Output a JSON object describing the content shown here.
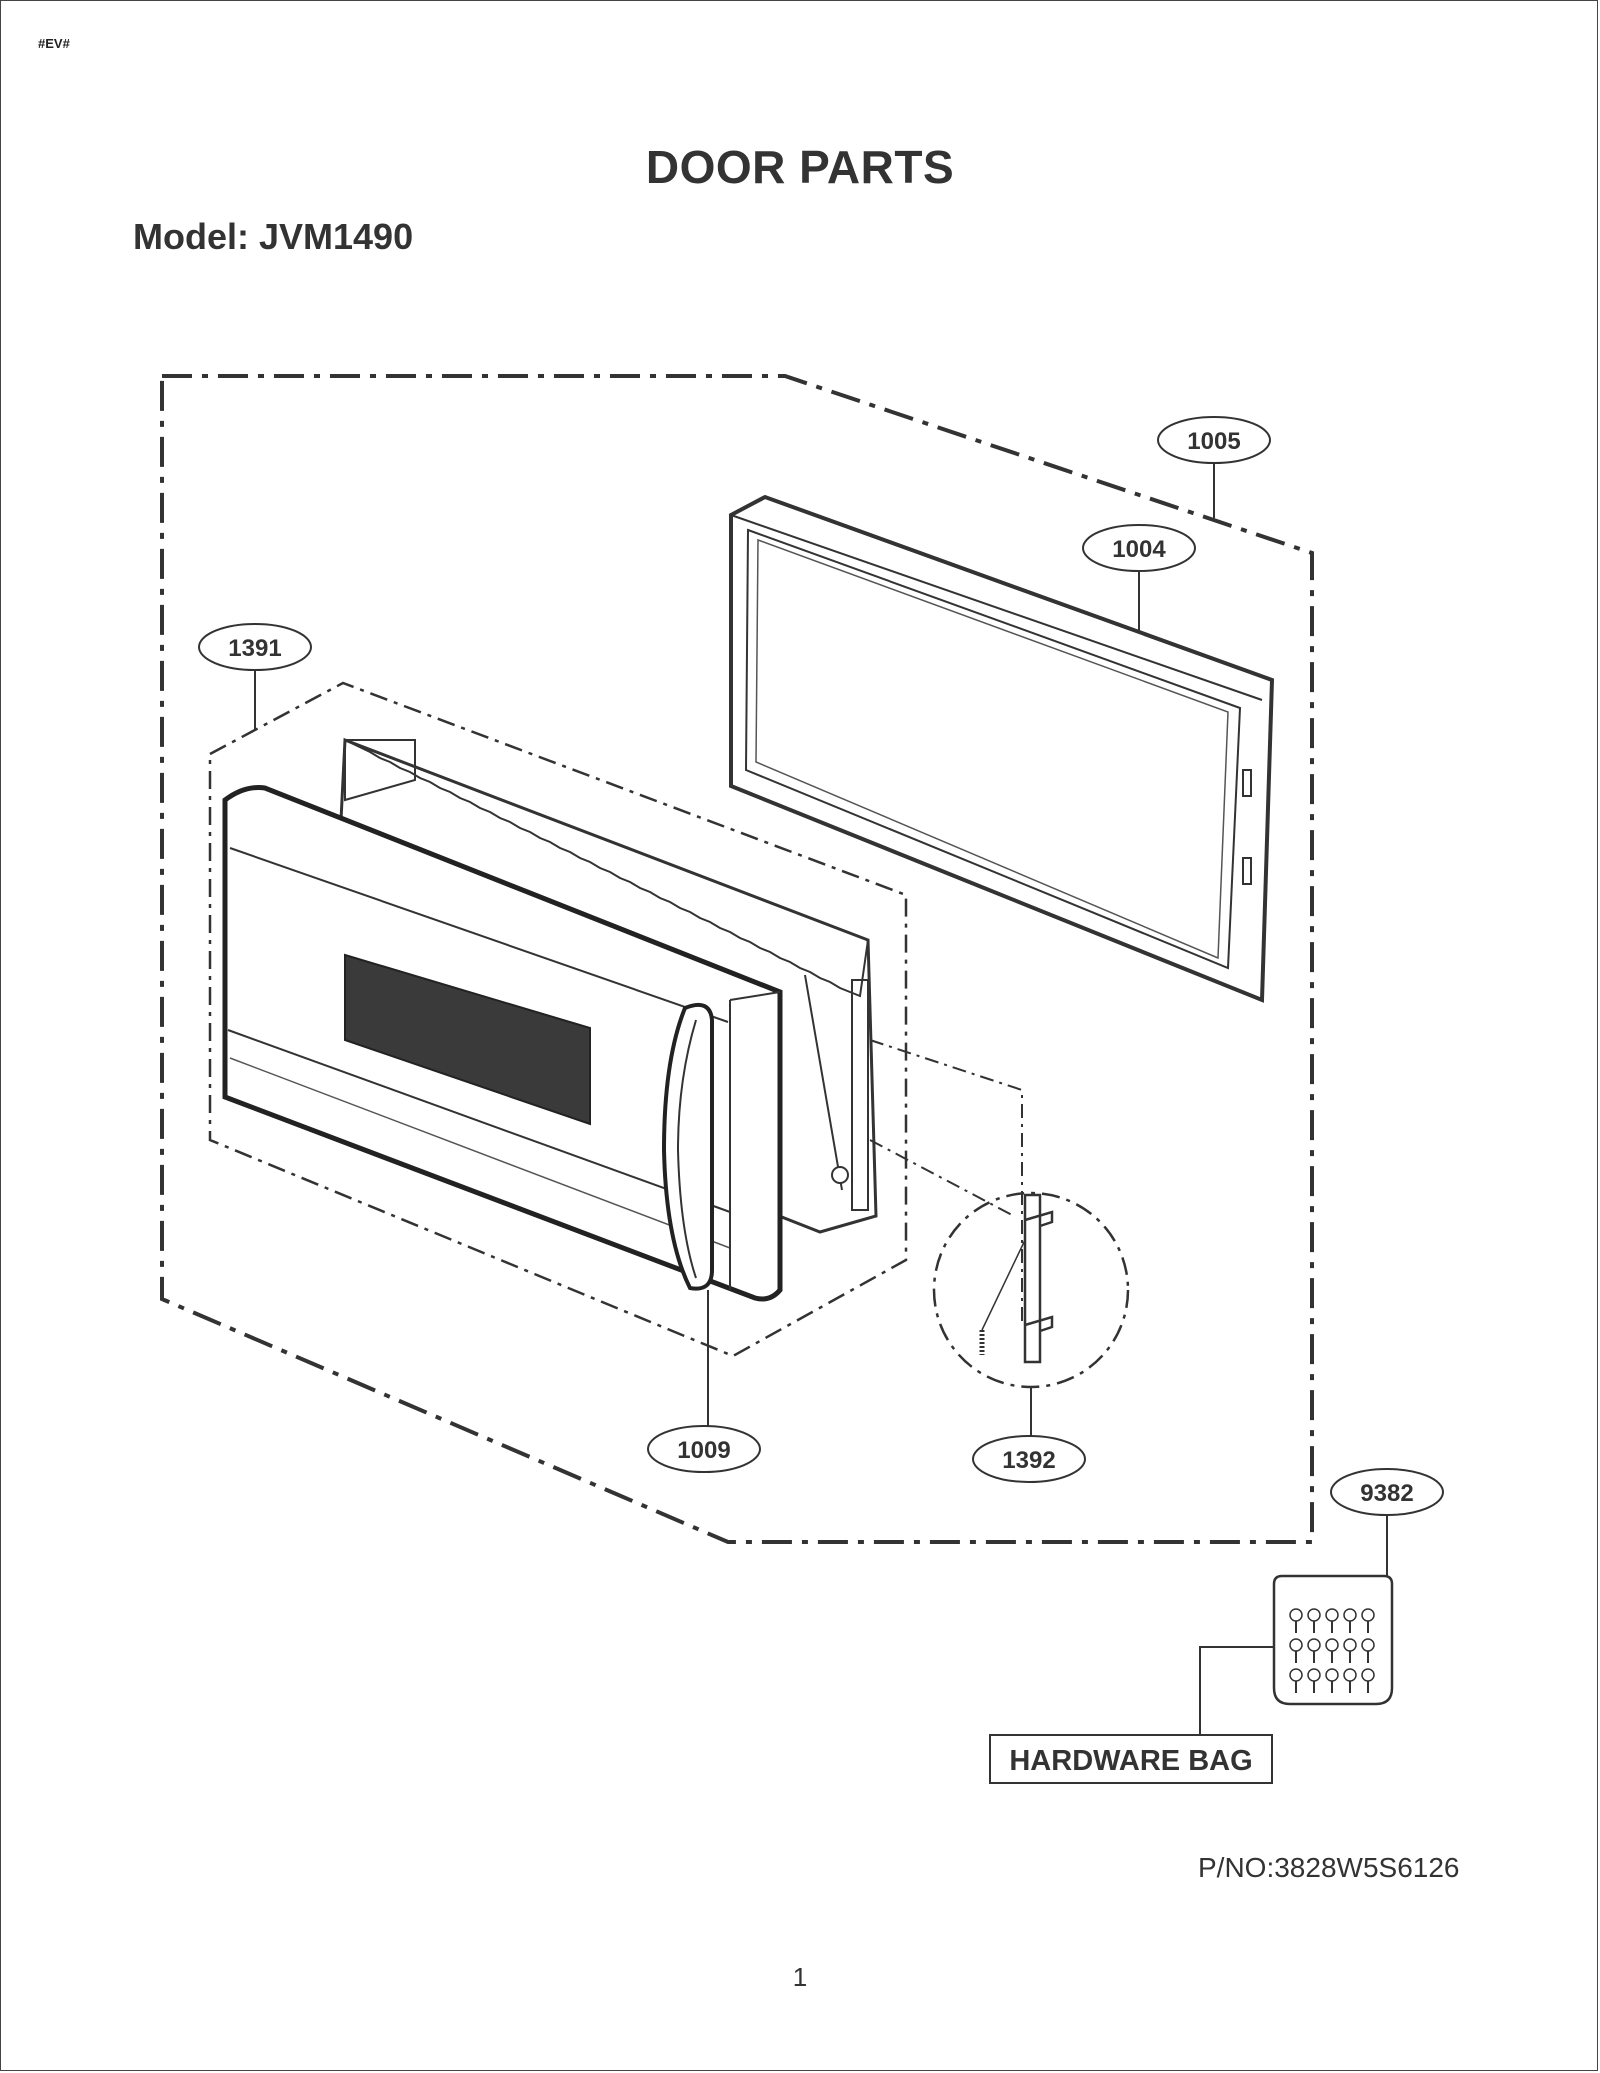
{
  "header_tag": "#EV#",
  "title": "DOOR PARTS",
  "model_label": "Model: JVM1490",
  "callouts": {
    "c1005": "1005",
    "c1004": "1004",
    "c1391": "1391",
    "c1009": "1009",
    "c1392": "1392",
    "c9382": "9382"
  },
  "hardware_bag_label": "HARDWARE BAG",
  "part_number": "P/NO:3828W5S6126",
  "page_number": "1"
}
